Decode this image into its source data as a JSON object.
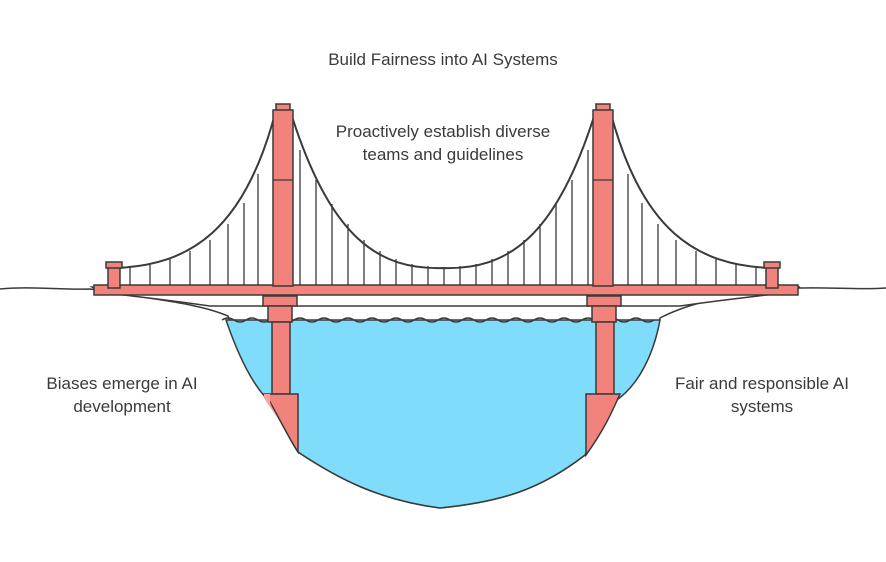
{
  "labels": {
    "title": "Build Fairness into AI Systems",
    "center": "Proactively establish diverse teams and guidelines",
    "left": "Biases emerge in AI development",
    "right": "Fair and responsible AI systems"
  },
  "colors": {
    "outline": "#3a3a3a",
    "tower": "#f2837c",
    "tower_highlight": "#f7a19b",
    "water": "#7fdcfb",
    "background": "#ffffff"
  }
}
